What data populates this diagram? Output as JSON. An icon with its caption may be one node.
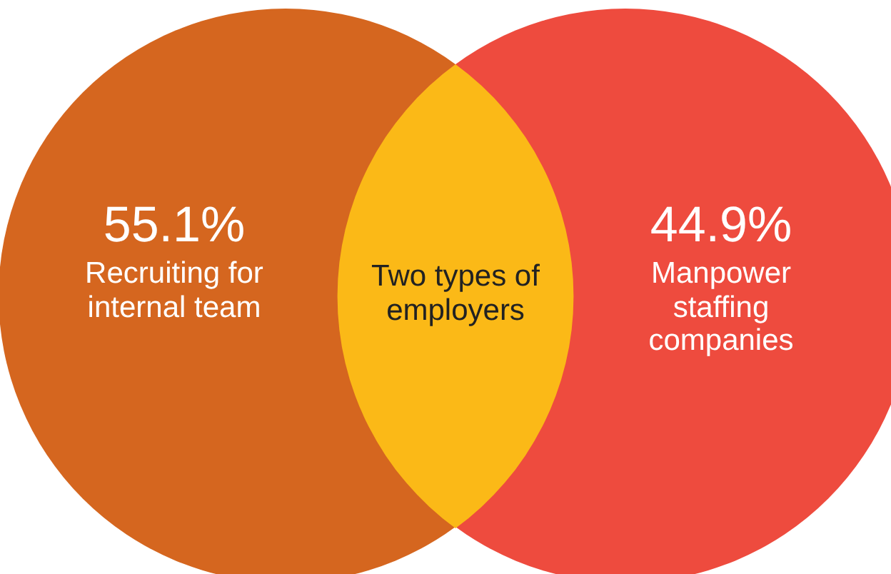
{
  "diagram": {
    "nodes": [
      {
        "text": [
          "55.1%",
          "Recruiting for internal team"
        ]
      },
      {
        "text": [
          "44.9%",
          "Manpower staffing companies"
        ]
      },
      {
        "text": [
          "Two types of employers"
        ]
      }
    ]
  }
}
